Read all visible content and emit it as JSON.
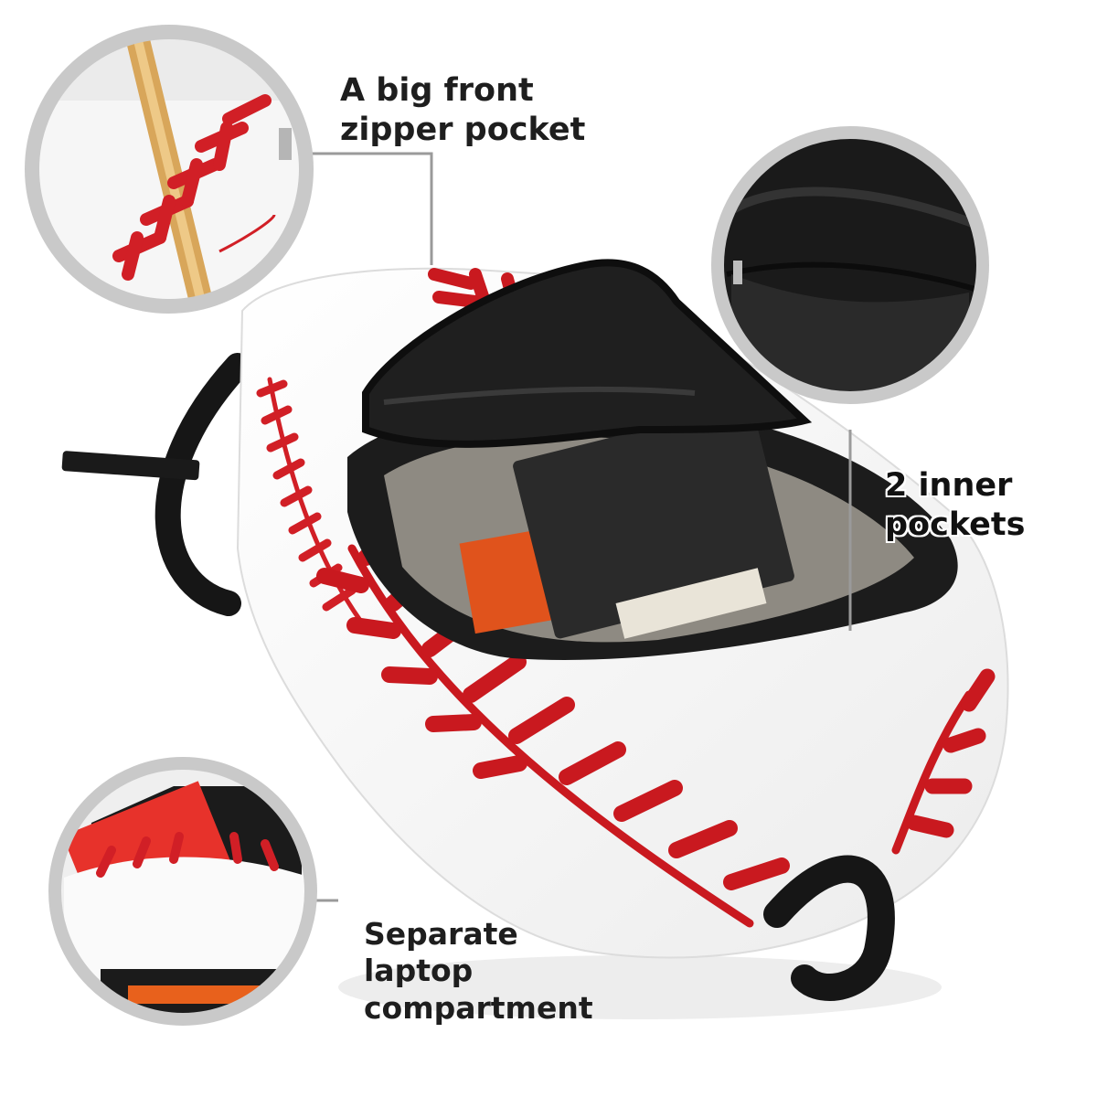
{
  "callouts": {
    "front_pocket": {
      "line1": "A big front",
      "line2": "zipper pocket",
      "icon": "zipper-pocket-closeup"
    },
    "inner_pockets": {
      "line1": "2 inner",
      "line2": "pockets",
      "icon": "inner-pocket-closeup"
    },
    "laptop": {
      "line1": "Separate",
      "line2": "laptop",
      "line3": "compartment",
      "icon": "laptop-compartment-closeup"
    }
  },
  "colors": {
    "stitch_red": "#d11f26",
    "fabric_white": "#f7f7f7",
    "lining_black": "#1c1c1c",
    "ring_gray": "#c9c9c9",
    "leader_gray": "#9a9a9a"
  }
}
